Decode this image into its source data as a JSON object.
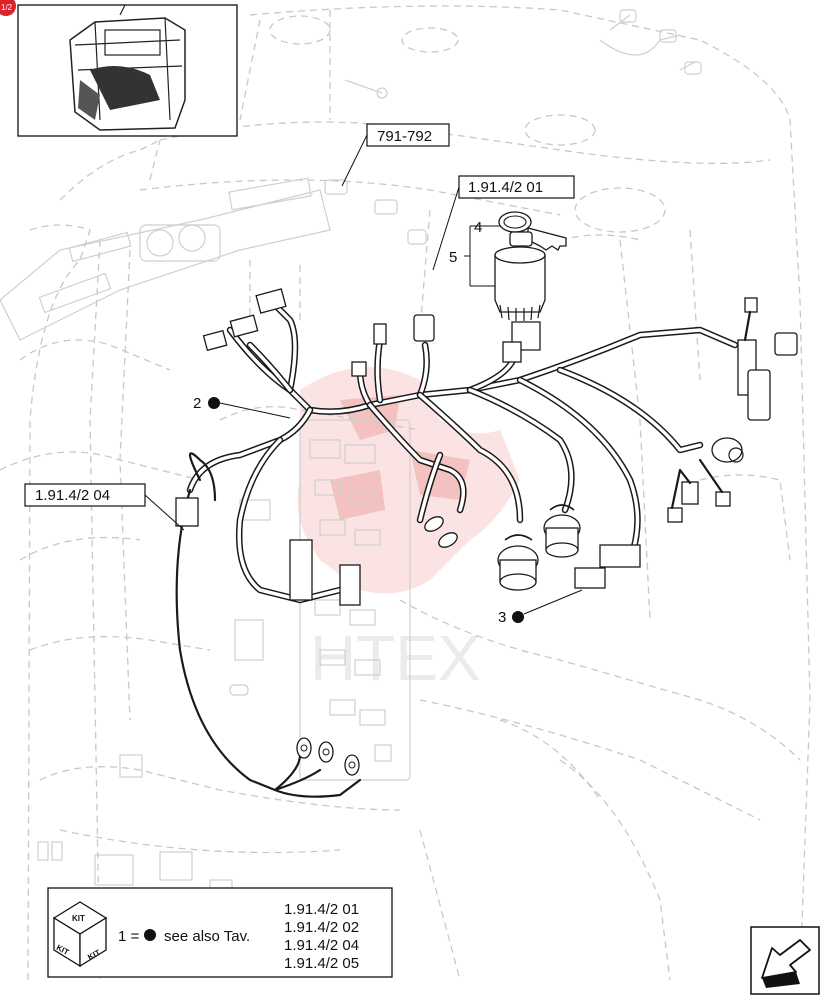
{
  "badge": "1/2",
  "callouts": {
    "ref_791_792": "791-792",
    "ref_191_01": "1.91.4/2 01",
    "ref_191_04": "1.91.4/2 04",
    "num_4": "4",
    "num_5": "5",
    "num_2": "2",
    "num_3": "3"
  },
  "watermark": "HTEX",
  "legend": {
    "kit_top": "KIT",
    "kit_left": "KIT",
    "kit_right": "KIT",
    "equation": "1 =",
    "see_also": "see also Tav.",
    "refs": [
      "1.91.4/2 01",
      "1.91.4/2 02",
      "1.91.4/2 04",
      "1.91.4/2 05"
    ]
  },
  "colors": {
    "watermark": "#f2b0b0",
    "badge": "#d9252a",
    "ghost": "#c8c8c8",
    "ink": "#1a1a1a"
  },
  "icons": {
    "nav": "next-page-arrow-icon",
    "kit": "kit-box-icon"
  }
}
